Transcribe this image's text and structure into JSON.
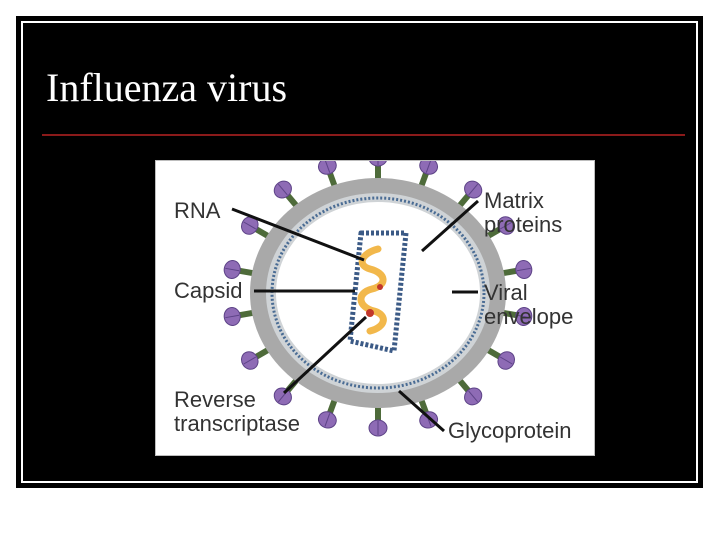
{
  "slide": {
    "title": "Influenza virus"
  },
  "diagram": {
    "labels": {
      "rna": "RNA",
      "capsid": "Capsid",
      "reverse_line1": "Reverse",
      "reverse_line2": "transcriptase",
      "matrix_line1": "Matrix",
      "matrix_line2": "proteins",
      "viral_line1": "Viral",
      "viral_line2": "envelope",
      "glycoprotein": "Glycoprotein"
    },
    "colors": {
      "envelope": "#a9a9a9",
      "capsid": "#3b5a86",
      "rna": "#f2b84b",
      "glycoprotein": "#8e6bb5",
      "glycoprotein_stem": "#4e6b3a",
      "enzyme": "#c2372b",
      "pointer": "#111111",
      "label_text": "#333333"
    }
  }
}
